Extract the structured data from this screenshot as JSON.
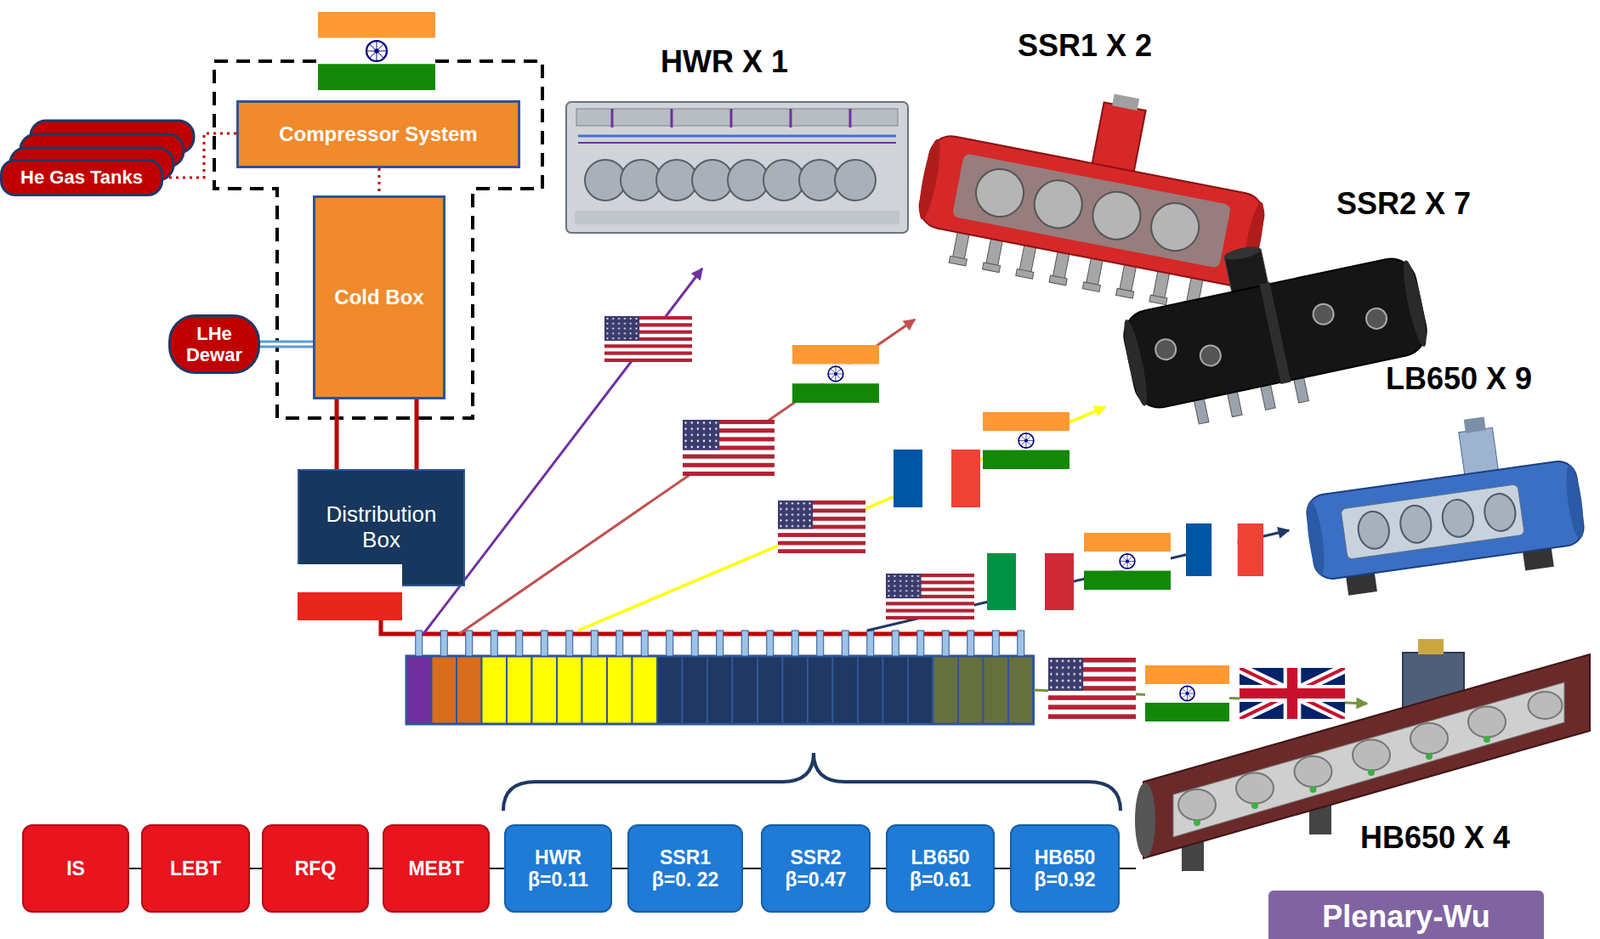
{
  "diagram": {
    "nodes": [
      {
        "text": [
          "Compressor System"
        ]
      },
      {
        "text": [
          "He Gas Tanks"
        ]
      },
      {
        "text": [
          "Cold Box"
        ]
      },
      {
        "text": [
          "LHe Dewar"
        ]
      },
      {
        "text": [
          "Distribution Box"
        ]
      },
      {
        "text": [
          "IS"
        ]
      },
      {
        "text": [
          "LEBT"
        ]
      },
      {
        "text": [
          "RFQ"
        ]
      },
      {
        "text": [
          "MEBT"
        ]
      },
      {
        "text": [
          "HWR",
          "β=0.11"
        ]
      },
      {
        "text": [
          "SSR1",
          "β=0. 22"
        ]
      },
      {
        "text": [
          "SSR2",
          "β=0.47"
        ]
      },
      {
        "text": [
          "LB650",
          "β=0.61"
        ]
      },
      {
        "text": [
          "HB650",
          "β=0.92"
        ]
      },
      {
        "text": [
          "Plenary-Wu"
        ]
      }
    ],
    "edges": [
      {
        "from": 0,
        "to": 1,
        "arrow": "none"
      },
      {
        "from": 0,
        "to": 2,
        "arrow": "none"
      },
      {
        "from": 3,
        "to": 2,
        "arrow": "none"
      },
      {
        "from": 2,
        "to": 4,
        "arrow": "none"
      },
      {
        "from": 5,
        "to": 6,
        "arrow": "none"
      },
      {
        "from": 6,
        "to": 7,
        "arrow": "none"
      },
      {
        "from": 7,
        "to": 8,
        "arrow": "none"
      },
      {
        "from": 8,
        "to": 9,
        "arrow": "none"
      },
      {
        "from": 9,
        "to": 10,
        "arrow": "none"
      },
      {
        "from": 10,
        "to": 11,
        "arrow": "none"
      },
      {
        "from": 11,
        "to": 12,
        "arrow": "none"
      },
      {
        "from": 12,
        "to": 13,
        "arrow": "none"
      }
    ],
    "labels": [
      "HWR X 1",
      "SSR1 X 2",
      "SSR2 X 7",
      "LB650 X 9",
      "HB650 X 4"
    ]
  }
}
